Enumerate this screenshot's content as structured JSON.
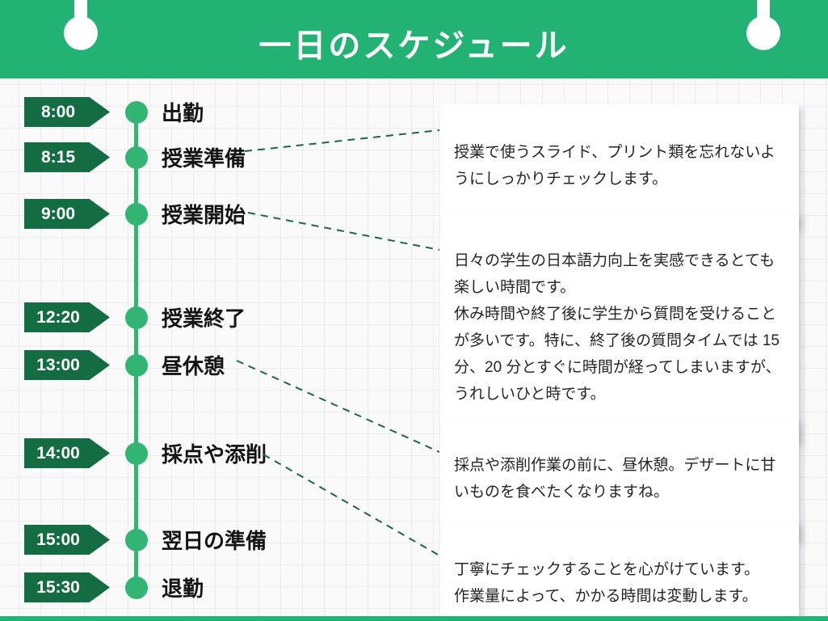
{
  "title": "一日のスケジュール",
  "timeline": {
    "events": [
      {
        "time": "8:00",
        "label": "出勤"
      },
      {
        "time": "8:15",
        "label": "授業準備"
      },
      {
        "time": "9:00",
        "label": "授業開始"
      },
      {
        "time": "12:20",
        "label": "授業終了"
      },
      {
        "time": "13:00",
        "label": "昼休憩"
      },
      {
        "time": "14:00",
        "label": "採点や添削"
      },
      {
        "time": "15:00",
        "label": "翌日の準備"
      },
      {
        "time": "15:30",
        "label": "退勤"
      }
    ]
  },
  "notes": [
    {
      "text": "授業で使うスライド、プリント類を忘れないようにしっかりチェックします。"
    },
    {
      "text": "日々の学生の日本語力向上を実感できるとても楽しい時間です。\n休み時間や終了後に学生から質問を受けることが多いです。特に、終了後の質問タイムでは 15 分、20 分とすぐに時間が経ってしまいますが、うれしいひと時です。"
    },
    {
      "text": "採点や添削作業の前に、昼休憩。デザートに甘いものを食べたくなりますね。"
    },
    {
      "text": "丁寧にチェックすることを心がけています。\n作業量によって、かかる時間は変動します。"
    }
  ],
  "colors": {
    "header_green": "#22b273",
    "badge_dark_green": "#146c43",
    "timeline_green": "#32b573",
    "connector_green": "#17684a",
    "grid_line": "#ebebf0",
    "card_background": "#ffffff"
  }
}
